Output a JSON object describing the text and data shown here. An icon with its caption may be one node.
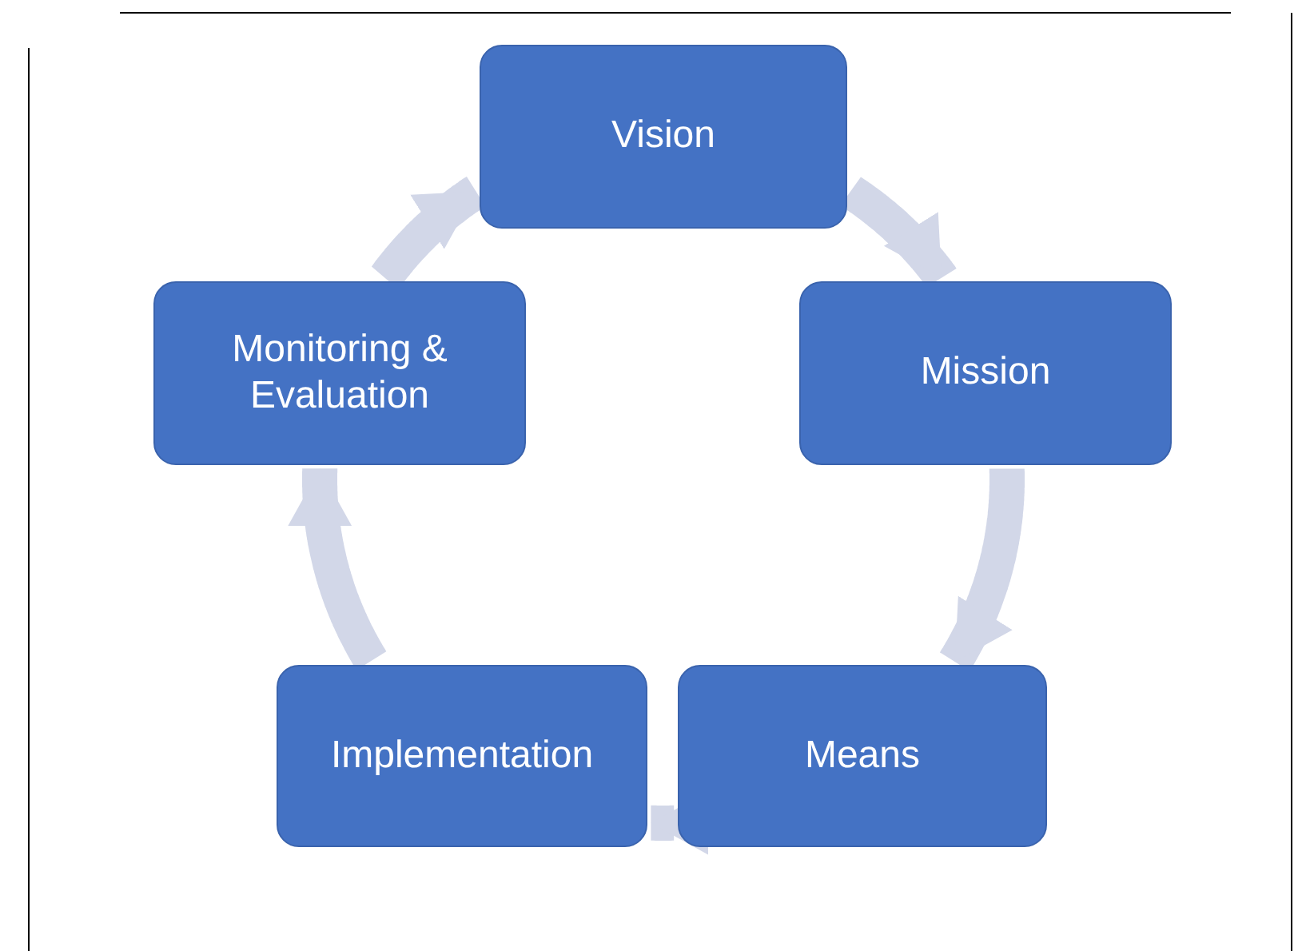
{
  "diagram": {
    "nodes": [
      {
        "text": [
          "Vision"
        ]
      },
      {
        "text": [
          "Mission"
        ]
      },
      {
        "text": [
          "Means"
        ]
      },
      {
        "text": [
          "Implementation"
        ]
      },
      {
        "text": [
          "Monitoring & Evaluation"
        ]
      }
    ],
    "edges": [
      {
        "from": 0,
        "to": 1,
        "arrow": "to"
      },
      {
        "from": 1,
        "to": 2,
        "arrow": "to"
      },
      {
        "from": 2,
        "to": 3,
        "arrow": "to"
      },
      {
        "from": 3,
        "to": 4,
        "arrow": "to"
      },
      {
        "from": 4,
        "to": 0,
        "arrow": "to"
      }
    ]
  }
}
